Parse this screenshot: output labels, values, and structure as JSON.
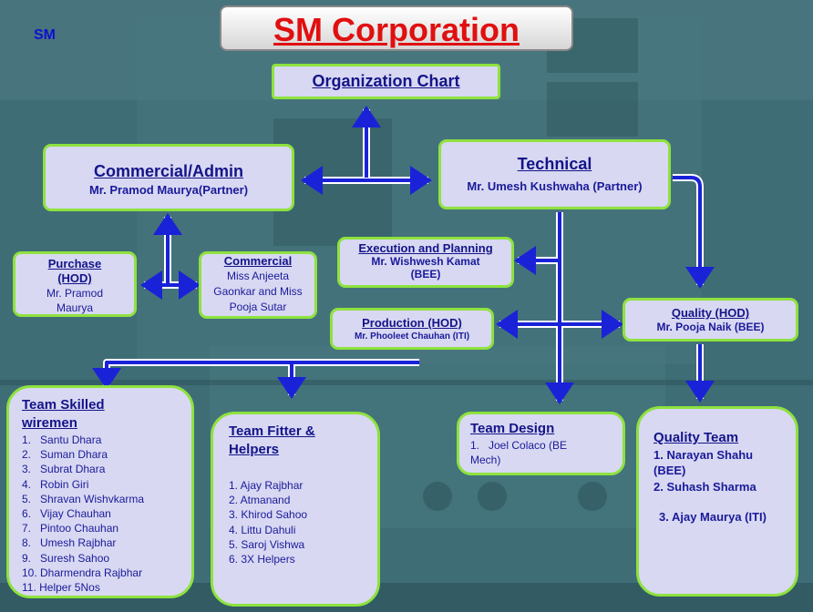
{
  "logo": "SM",
  "title": "SM Corporation",
  "org_chart": {
    "label": "Organization Chart"
  },
  "commercial_admin": {
    "title": "Commercial/Admin",
    "person": "Mr. Pramod Maurya(Partner)"
  },
  "technical": {
    "title": "Technical",
    "person": "Mr.  Umesh Kushwaha (Partner)"
  },
  "purchase": {
    "title": "Purchase (HOD)",
    "person": "Mr. Pramod Maurya"
  },
  "commercial": {
    "title": "Commercial",
    "person": "Miss Anjeeta Gaonkar and Miss Pooja Sutar"
  },
  "execution": {
    "title": "Execution and Planning",
    "person": "Mr. Wishwesh Kamat",
    "qual": "(BEE)"
  },
  "production": {
    "title": "Production (HOD)",
    "person": "Mr. Phooleet Chauhan (ITI)"
  },
  "quality_hod": {
    "title": "Quality (HOD)",
    "person": "Mr. Pooja Naik (BEE)"
  },
  "team_skilled": {
    "title": "Team Skilled wiremen",
    "members": [
      "1.   Santu Dhara",
      "2.   Suman Dhara",
      "3.   Subrat Dhara",
      "4.   Robin Giri",
      "5.   Shravan Wishvkarma",
      "6.   Vijay Chauhan",
      "7.   Pintoo Chauhan",
      "8.   Umesh Rajbhar",
      "9.   Suresh Sahoo",
      "10. Dharmendra Rajbhar",
      "11. Helper 5Nos"
    ]
  },
  "team_fitter": {
    "title": "Team Fitter  & Helpers",
    "members": [
      "1. Ajay Rajbhar",
      "2. Atmanand",
      "3. Khirod Sahoo",
      "4. Littu Dahuli",
      "5. Saroj Vishwa",
      "6. 3X Helpers"
    ]
  },
  "team_design": {
    "title": "Team Design",
    "members": [
      "1.   Joel Colaco (BE Mech)"
    ]
  },
  "quality_team": {
    "title": "Quality Team",
    "members": [
      "1. Narayan Shahu (BEE)",
      "2. Suhash Sharma",
      "3. Ajay Maurya (ITI)"
    ]
  },
  "colors": {
    "box_fill": "#d8d8f2",
    "box_border": "#8ee23e",
    "arrow": "#1a22d8",
    "title_red": "#e01010",
    "text_blue": "#1a1a9a"
  }
}
